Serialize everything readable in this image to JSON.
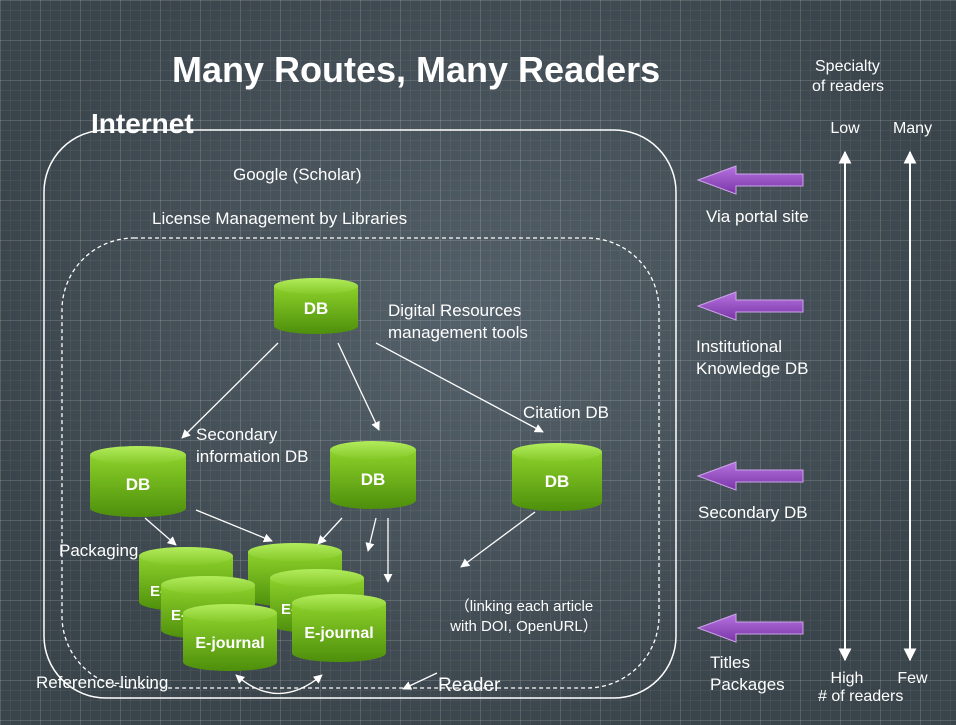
{
  "title": "Many Routes, Many Readers",
  "internet_label": "Internet",
  "google_label": "Google (Scholar)",
  "license_label": "License Management by Libraries",
  "db_label": "DB",
  "ejournal_label": "E-journal",
  "ejournal_hidden_fragments": [
    "E-",
    "E-",
    "E-"
  ],
  "labels": {
    "digital_resources": [
      "Digital Resources",
      "management tools"
    ],
    "secondary_info": [
      "Secondary",
      "information DB"
    ],
    "citation": "Citation DB",
    "packaging": "Packaging",
    "reference_linking": "Reference-linking",
    "reader": "Reader",
    "linking_note": [
      "（linking each article",
      "with DOI, OpenURL）"
    ]
  },
  "routes": {
    "portal": "Via portal site",
    "institutional": [
      "Institutional",
      "Knowledge DB"
    ],
    "secondary": "Secondary DB",
    "titles": [
      "Titles",
      "Packages"
    ]
  },
  "scales": {
    "specialty_heading": [
      "Specialty",
      "of readers"
    ],
    "specialty_top": "Low",
    "specialty_bottom": "High",
    "count_top": "Many",
    "count_bottom": "Few",
    "count_heading": "# of readers"
  },
  "colors": {
    "background": "#3e4950",
    "db_green": "#7fc21a",
    "route_arrow": "#9b4fc4",
    "line": "#ffffff"
  }
}
